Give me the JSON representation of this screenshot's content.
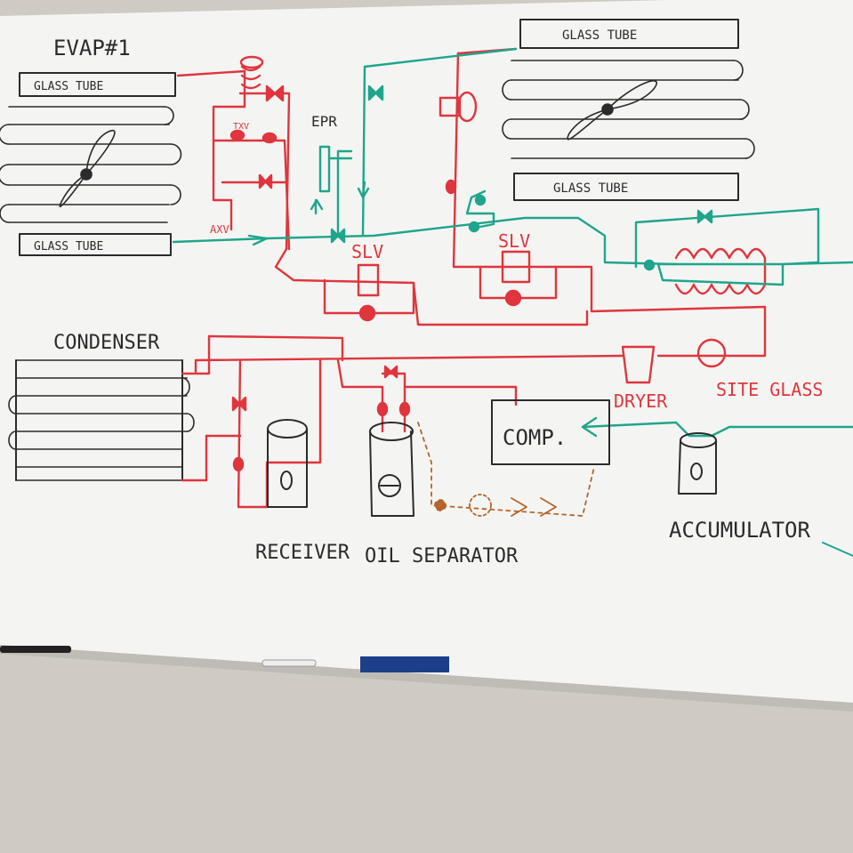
{
  "labels": {
    "evap_title": "EVAP#1",
    "glass_tube_top_left": "GLASS TUBE",
    "glass_tube_bottom_left": "GLASS TUBE",
    "glass_tube_top_right": "GLASS TUBE",
    "glass_tube_bottom_right": "GLASS TUBE",
    "txv": "TXV",
    "axv": "AXV",
    "epr": "EPR",
    "slv_left": "SLV",
    "slv_right": "SLV",
    "condenser": "CONDENSER",
    "comp": "COMP.",
    "dryer": "DRYER",
    "site_glass": "SITE GLASS",
    "receiver": "RECEIVER",
    "oil_separator": "OIL SEPARATOR",
    "accumulator": "ACCUMULATOR"
  },
  "colors": {
    "liquid_line": "#e0353d",
    "suction_line": "#1fa58b",
    "component_ink": "#2b2b2b",
    "oil_line": "#b5652a",
    "board": "#f4f5f3",
    "wall": "#cfcbc3"
  },
  "icons": {
    "fan": "fan-icon",
    "valve": "valve-bowtie-icon"
  }
}
